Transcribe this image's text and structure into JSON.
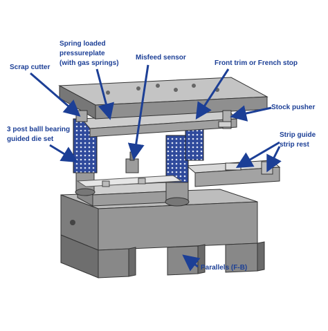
{
  "diagram": {
    "labels": {
      "scrap_cutter": "Scrap cutter",
      "spring_loaded_1": "Spring loaded",
      "spring_loaded_2": "pressureplate",
      "spring_loaded_3": "(with gas springs)",
      "misfeed_sensor": "Misfeed sensor",
      "front_trim": "Front trim or French stop",
      "stock_pusher": "Stock pusher",
      "three_post_1": "3 post balll bearing",
      "three_post_2": "guided die set",
      "strip_guide_1": "Strip guide",
      "strip_guide_2": "strip rest",
      "parallels": "Parallels (F-B)"
    },
    "colors": {
      "label_text": "#1c3f96",
      "arrow": "#1c3f96",
      "steel_top": "#b9b9b9",
      "steel_front": "#8c8c8c",
      "steel_dark": "#5f5f5f",
      "spring_blue": "#3a56a8"
    }
  }
}
